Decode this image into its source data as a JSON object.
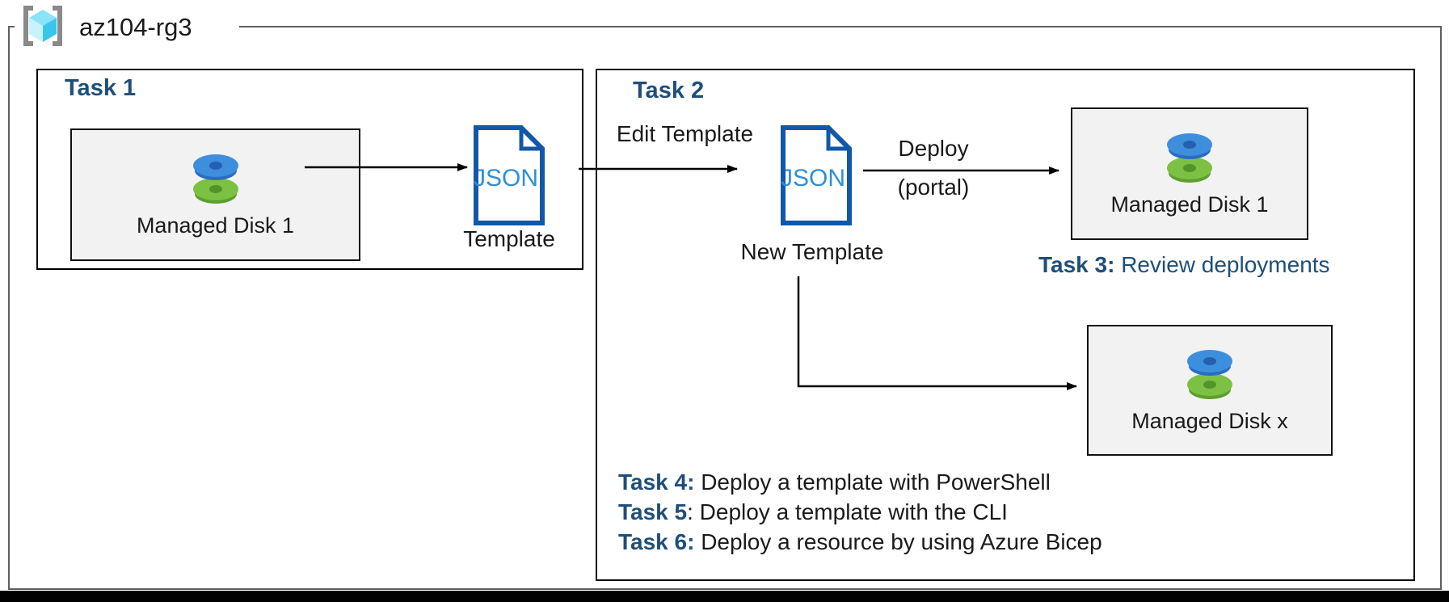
{
  "resource_group": {
    "name": "az104-rg3"
  },
  "task1": {
    "title": "Task 1",
    "disk_label": "Managed Disk 1",
    "json_file_text": "JSON",
    "template_label": "Template"
  },
  "task2": {
    "title": "Task 2",
    "edit_arrow_label": "Edit Template",
    "json_file_text": "JSON",
    "new_template_label": "New Template",
    "deploy_label_line1": "Deploy",
    "deploy_label_line2": "(portal)",
    "disk1_label": "Managed Disk 1",
    "diskx_label": "Managed Disk x"
  },
  "task3": {
    "prefix": "Task 3:",
    "text": " Review deployments"
  },
  "task4": {
    "prefix": "Task 4:",
    "text": " Deploy a template with PowerShell"
  },
  "task5": {
    "prefix": "Task 5",
    "text": ": Deploy a template with the CLI"
  },
  "task6": {
    "prefix": "Task 6:",
    "text": " Deploy a resource by using Azure Bicep"
  },
  "colors": {
    "task_title_navy": "#1F4E79",
    "json_icon_border": "#1257A8",
    "json_icon_text": "#2F8FD6",
    "disk_box_fill": "#F2F2F2",
    "outer_border_gray": "#5F5F5F",
    "disk_blue": "#3E8EDE",
    "disk_green": "#7CC143",
    "cube_cyan": "#37C6EE",
    "bottom_bar": "#000000"
  }
}
